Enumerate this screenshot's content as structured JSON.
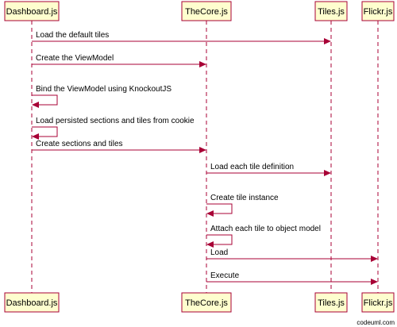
{
  "diagram": {
    "type": "sequence",
    "participants": [
      {
        "id": "dashboard",
        "label": "Dashboard.js"
      },
      {
        "id": "thecore",
        "label": "TheCore.js"
      },
      {
        "id": "tiles",
        "label": "Tiles.js"
      },
      {
        "id": "flickr",
        "label": "Flickr.js"
      }
    ],
    "messages": [
      {
        "from": "dashboard",
        "to": "tiles",
        "label": "Load the default tiles"
      },
      {
        "from": "dashboard",
        "to": "thecore",
        "label": "Create the ViewModel"
      },
      {
        "from": "dashboard",
        "to": "dashboard",
        "label": "Bind the ViewModel  using KnockoutJS"
      },
      {
        "from": "dashboard",
        "to": "dashboard",
        "label": "Load persisted sections and tiles from cookie"
      },
      {
        "from": "dashboard",
        "to": "thecore",
        "label": "Create sections and tiles"
      },
      {
        "from": "thecore",
        "to": "tiles",
        "label": "Load each tile definition"
      },
      {
        "from": "thecore",
        "to": "thecore",
        "label": "Create tile instance"
      },
      {
        "from": "thecore",
        "to": "thecore",
        "label": "Attach each tile to object model"
      },
      {
        "from": "thecore",
        "to": "flickr",
        "label": "Load"
      },
      {
        "from": "thecore",
        "to": "flickr",
        "label": "Execute"
      }
    ],
    "watermark": "codeuml.com",
    "colors": {
      "participant_fill": "#fefece",
      "line": "#a80036"
    }
  }
}
